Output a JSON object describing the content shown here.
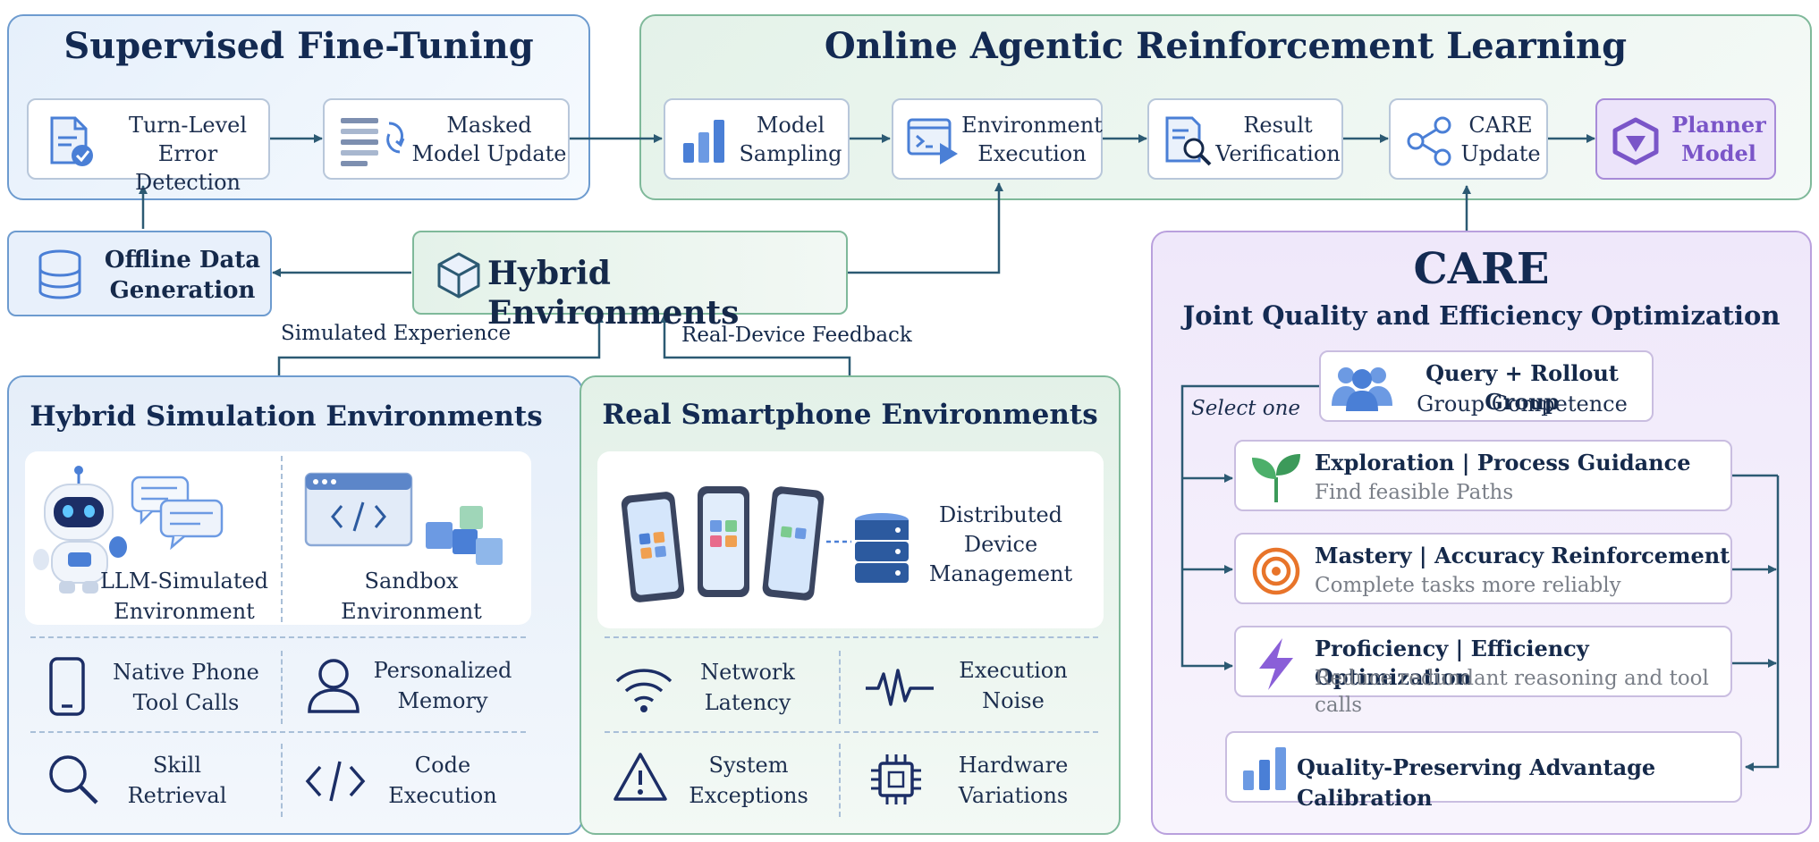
{
  "sft": {
    "title": "Supervised Fine-Tuning",
    "step1": [
      "Turn-Level",
      "Error Detection"
    ],
    "step2": [
      "Masked",
      "Model Update"
    ]
  },
  "rl": {
    "title": "Online Agentic Reinforcement Learning",
    "step1": [
      "Model",
      "Sampling"
    ],
    "step2": [
      "Environment",
      "Execution"
    ],
    "step3": [
      "Result",
      "Verification"
    ],
    "step4": [
      "CARE",
      "Update"
    ],
    "step5": [
      "Planner",
      "Model"
    ]
  },
  "offline": [
    "Offline Data",
    "Generation"
  ],
  "hybrid": {
    "title": "Hybrid Environments"
  },
  "edges": {
    "simulated": "Simulated Experience",
    "real": "Real-Device Feedback"
  },
  "sim": {
    "title": "Hybrid Simulation Environments",
    "llm": [
      "LLM-Simulated",
      "Environment"
    ],
    "sandbox": [
      "Sandbox",
      "Environment"
    ],
    "native": [
      "Native Phone",
      "Tool Calls"
    ],
    "memory": [
      "Personalized",
      "Memory"
    ],
    "skill": [
      "Skill",
      "Retrieval"
    ],
    "code": [
      "Code",
      "Execution"
    ]
  },
  "real": {
    "title": "Real Smartphone Environments",
    "distributed": [
      "Distributed",
      "Device",
      "Management"
    ],
    "network": [
      "Network",
      "Latency"
    ],
    "noise": [
      "Execution",
      "Noise"
    ],
    "exceptions": [
      "System",
      "Exceptions"
    ],
    "hardware": [
      "Hardware",
      "Variations"
    ]
  },
  "care": {
    "title": "CARE",
    "subtitle": "Joint Quality and Efficiency Optimization",
    "query_title": "Query + Rollout Group",
    "query_sub": "Group Competence",
    "select": "Select one",
    "exploration_title": "Exploration | Process Guidance",
    "exploration_sub": "Find feasible Paths",
    "mastery_title": "Mastery | Accuracy Reinforcement",
    "mastery_sub": "Complete tasks more reliably",
    "proficiency_title": "Proficiency | Efficiency Optimization",
    "proficiency_sub": "Reduce redundant reasoning and tool calls",
    "calibration": "Quality-Preserving Advantage Calibration"
  },
  "colors": {
    "blue": "#4a7fd6",
    "green": "#3c9a5a",
    "purple": "#7a55c8",
    "arrow": "#2c5a73",
    "orange": "#e8742a"
  }
}
